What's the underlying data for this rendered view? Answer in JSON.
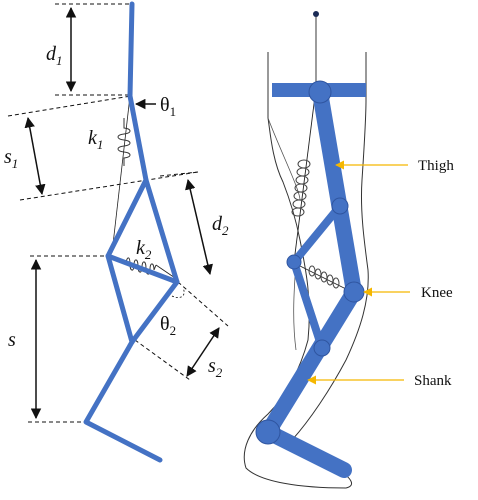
{
  "left_diagram": {
    "labels": {
      "d1_main": "d",
      "d1_sub": "1",
      "theta1_main": "θ",
      "theta1_sub": "1",
      "k1_main": "k",
      "k1_sub": "1",
      "s1_main": "s",
      "s1_sub": "1",
      "d2_main": "d",
      "d2_sub": "2",
      "k2_main": "k",
      "k2_sub": "2",
      "s_main": "s",
      "theta2_main": "θ",
      "theta2_sub": "2",
      "s2_main": "s",
      "s2_sub": "2"
    }
  },
  "right_diagram": {
    "callouts": {
      "thigh": "Thigh",
      "knee": "Knee",
      "shank": "Shank"
    }
  },
  "colors": {
    "link_blue": "#4472c4",
    "callout_arrow": "#f5b700",
    "ink": "#111111"
  }
}
